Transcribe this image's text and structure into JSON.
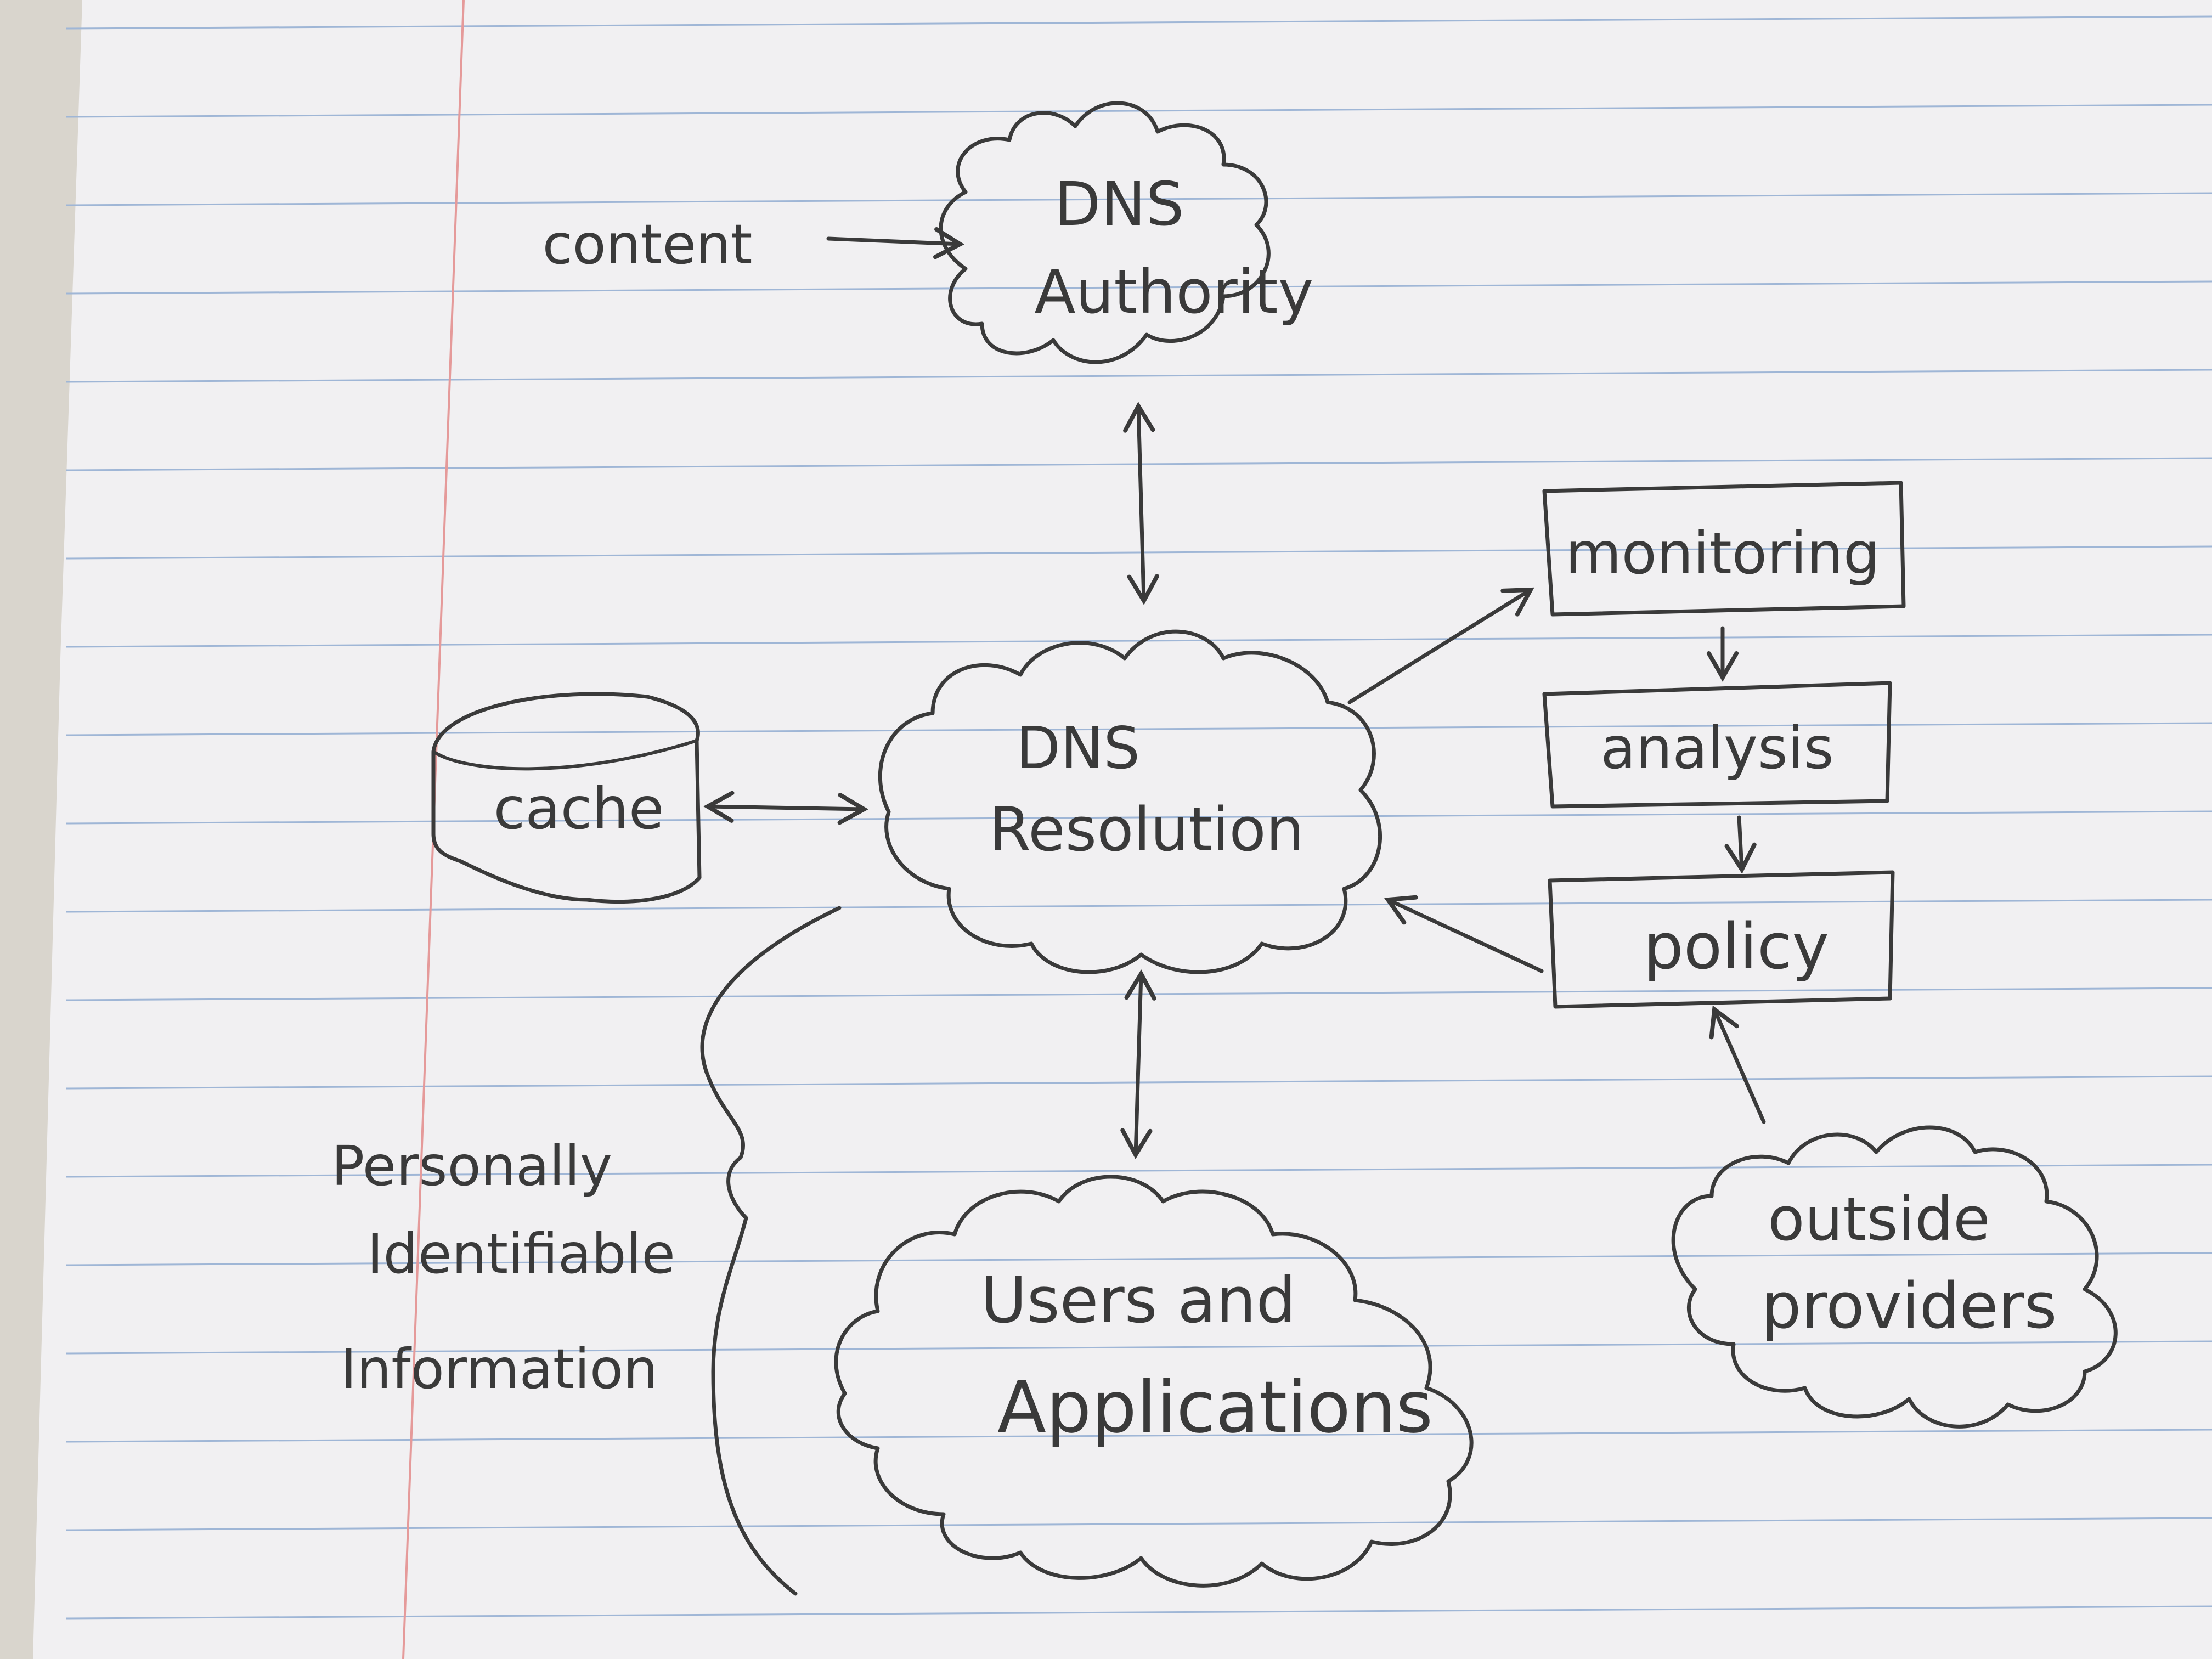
{
  "diagram": {
    "nodes": {
      "dns_authority": {
        "line1": "DNS",
        "line2": "Authority"
      },
      "dns_resolution": {
        "line1": "DNS",
        "line2": "Resolution"
      },
      "cache": {
        "label": "cache"
      },
      "users_apps": {
        "line1": "Users and",
        "line2": "Applications"
      },
      "monitoring": {
        "label": "monitoring"
      },
      "analysis": {
        "label": "analysis"
      },
      "policy": {
        "label": "policy"
      },
      "outside_providers": {
        "line1": "outside",
        "line2": "providers"
      },
      "content": {
        "label": "content"
      },
      "pii": {
        "line1": "Personally",
        "line2": "Identifiable",
        "line3": "Information"
      }
    }
  },
  "colors": {
    "ink": "#3a3a3a",
    "paper": "#f2f1f3",
    "rule_line": "#9fb6d6",
    "margin_line": "#e59a9a"
  }
}
